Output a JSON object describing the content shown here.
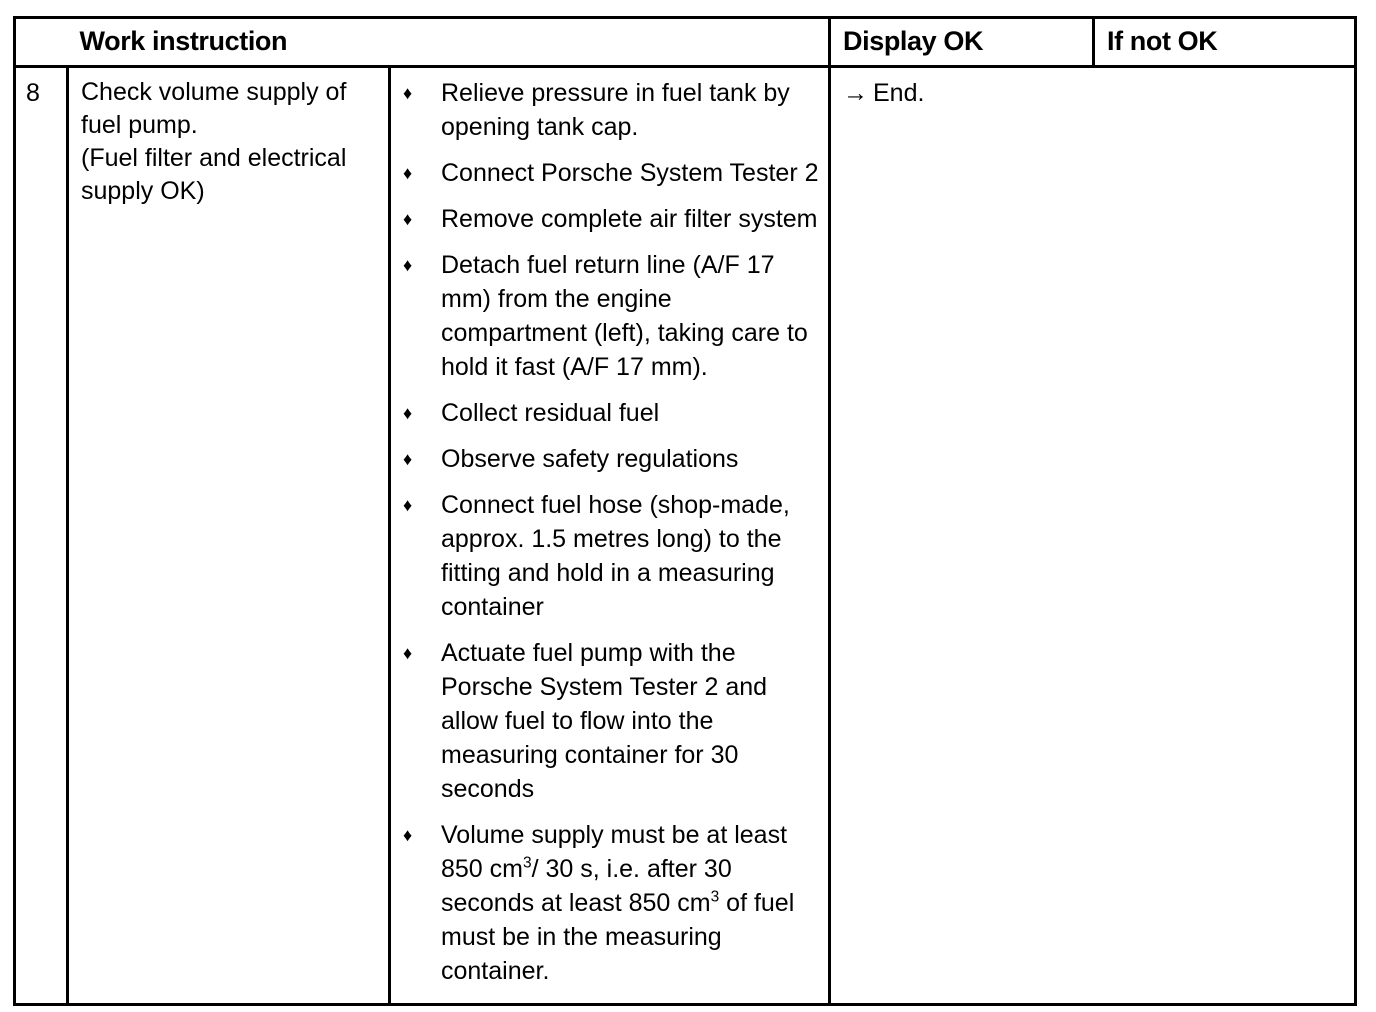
{
  "table": {
    "columns": [
      {
        "key": "step_no",
        "header": ""
      },
      {
        "key": "task",
        "header": "Work instruction"
      },
      {
        "key": "steps",
        "header": ""
      },
      {
        "key": "display_ok",
        "header": "Display OK"
      },
      {
        "key": "if_not_ok",
        "header": "If not OK"
      }
    ],
    "headers": {
      "work_instruction": "Work instruction",
      "display_ok": "Display OK",
      "if_not_ok": "If not OK"
    },
    "rows": [
      {
        "step_number": "8",
        "task_title": "Check volume supply of fuel pump.",
        "task_note": "(Fuel filter and electrical supply OK)",
        "task_text": "Check volume supply of fuel pump.\n(Fuel filter and electrical supply OK)",
        "bullet_marker": "♦",
        "steps": [
          "Relieve pressure in fuel tank by opening tank cap.",
          "Connect Porsche System Tester 2",
          "Remove complete air filter system",
          "Detach fuel return line (A/F 17 mm) from the engine compartment (left), taking care to hold it fast (A/F 17 mm).",
          "Collect residual fuel",
          "Observe safety regulations",
          "Connect fuel hose (shop-made, approx. 1.5 metres long) to the fitting and hold in a measuring container",
          "Actuate fuel pump with the Porsche System Tester 2 and allow fuel to flow into the measuring container for 30 seconds",
          "Volume supply must be at least 850 cm³/ 30 s, i.e. after 30 seconds at least 850 cm³ of fuel must be in the measuring container."
        ],
        "steps_rich": [
          {
            "parts": [
              {
                "t": "Relieve pressure in fuel tank by opening tank cap."
              }
            ]
          },
          {
            "parts": [
              {
                "t": "Connect Porsche System Tester 2"
              }
            ]
          },
          {
            "parts": [
              {
                "t": "Remove complete air filter system"
              }
            ]
          },
          {
            "parts": [
              {
                "t": "Detach fuel return line (A/F 17 mm) from the engine compartment (left), taking care to hold it fast (A/F 17 mm)."
              }
            ]
          },
          {
            "parts": [
              {
                "t": "Collect residual fuel"
              }
            ]
          },
          {
            "parts": [
              {
                "t": "Observe safety regulations"
              }
            ]
          },
          {
            "parts": [
              {
                "t": "Connect fuel hose (shop-made, approx. 1.5 metres long) to the fitting and hold in a measuring container"
              }
            ]
          },
          {
            "parts": [
              {
                "t": "Actuate fuel pump with the Porsche System Tester 2 and allow fuel to flow into the measuring container for 30 seconds"
              }
            ]
          },
          {
            "parts": [
              {
                "t": "Volume supply must be at least 850 cm"
              },
              {
                "t": "3",
                "sup": true
              },
              {
                "t": "/ 30 s, i.e. after 30 seconds at least 850 cm"
              },
              {
                "t": "3",
                "sup": true
              },
              {
                "t": " of fuel must be in the measuring container."
              }
            ]
          }
        ],
        "display_ok": {
          "arrow": "→",
          "text": "End."
        },
        "if_not_ok": ""
      }
    ]
  },
  "style": {
    "border_color": "#000000",
    "text_color": "#000000",
    "page_background": "#ffffff"
  }
}
